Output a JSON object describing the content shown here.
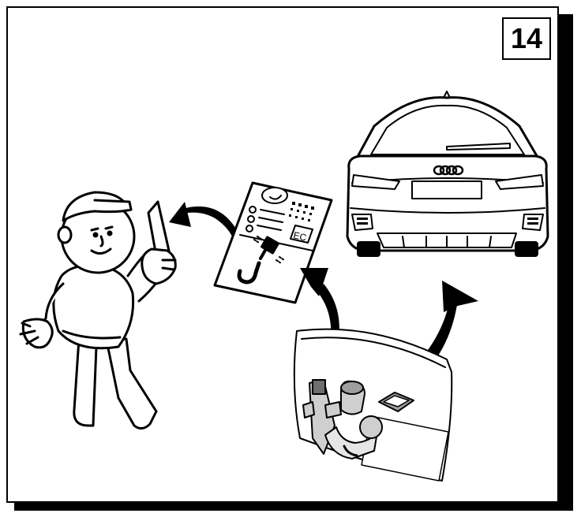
{
  "step": {
    "number": "14"
  },
  "card": {
    "mark": "EC"
  },
  "colors": {
    "ink": "#000000",
    "paper": "#ffffff",
    "plastic": "#f2f2f2",
    "metal": "#cfcfcf",
    "dark_metal": "#6e6e6e"
  },
  "icons": [
    "mechanic-figure",
    "document-card",
    "car-rear-view",
    "parts-bag",
    "tow-ball",
    "curved-arrow"
  ]
}
